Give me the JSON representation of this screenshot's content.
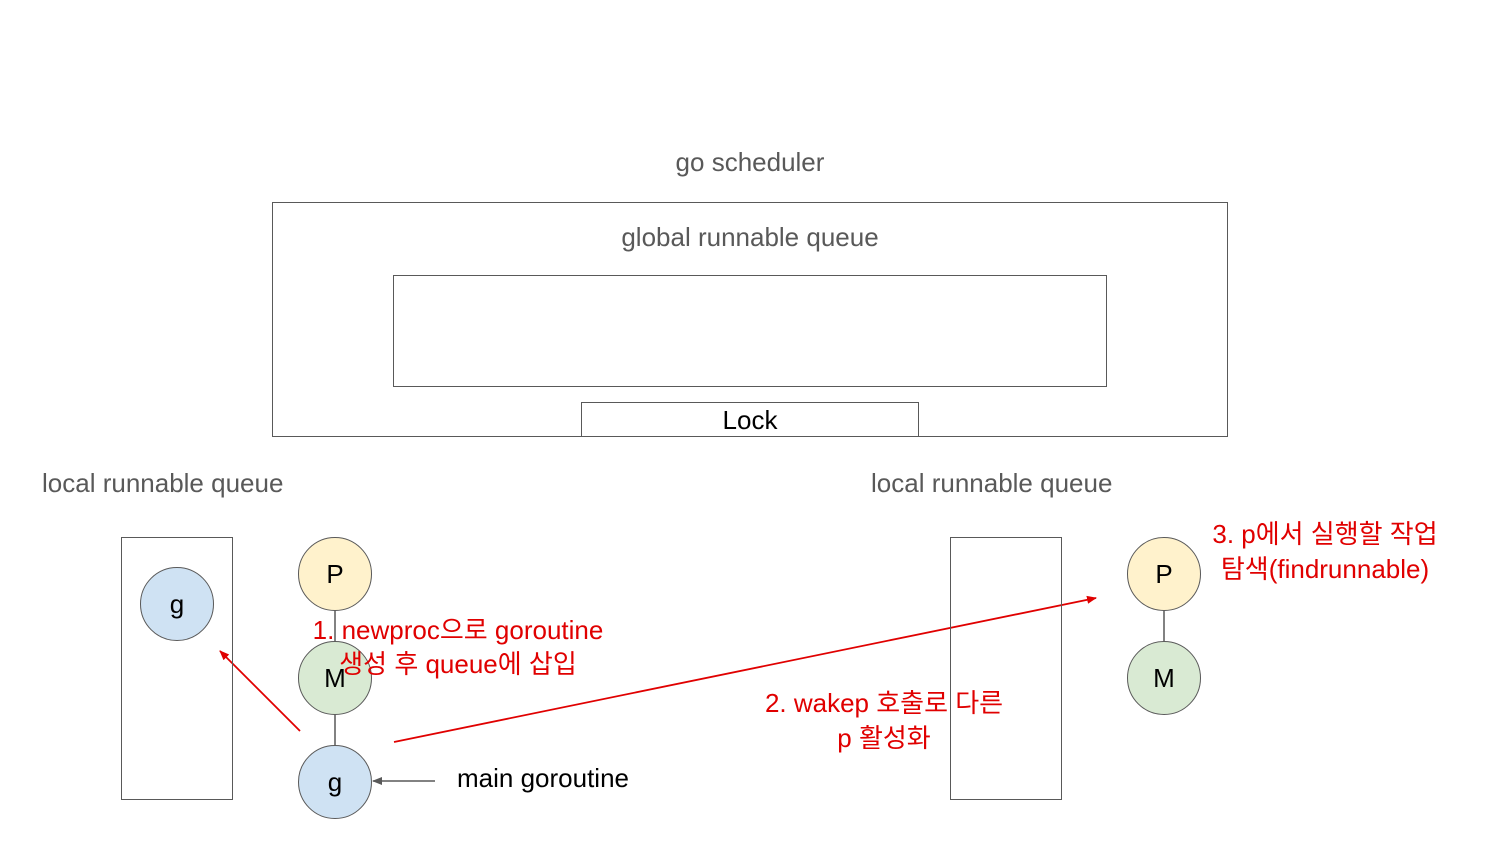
{
  "title": "go scheduler",
  "global_queue": {
    "label": "global runnable queue",
    "lock_label": "Lock"
  },
  "left_proc": {
    "queue_label": "local runnable queue",
    "queued_goroutine": "g",
    "p_label": "P",
    "m_label": "M",
    "g_label": "g",
    "main_goroutine_label": "main goroutine"
  },
  "right_proc": {
    "queue_label": "local runnable queue",
    "p_label": "P",
    "m_label": "M"
  },
  "annotations": {
    "step1_line1": "1. newproc으로 goroutine",
    "step1_line2": "생성 후 queue에 삽입",
    "step2_line1": "2. wakep 호출로 다른",
    "step2_line2": "p 활성화",
    "step3_line1": "3. p에서 실행할 작업",
    "step3_line2": "탐색(findrunnable)"
  },
  "colors": {
    "p_fill": "#fff2cc",
    "m_fill": "#d9ead3",
    "g_fill": "#cfe2f3",
    "outline": "#595959",
    "annotation": "#e00000"
  }
}
